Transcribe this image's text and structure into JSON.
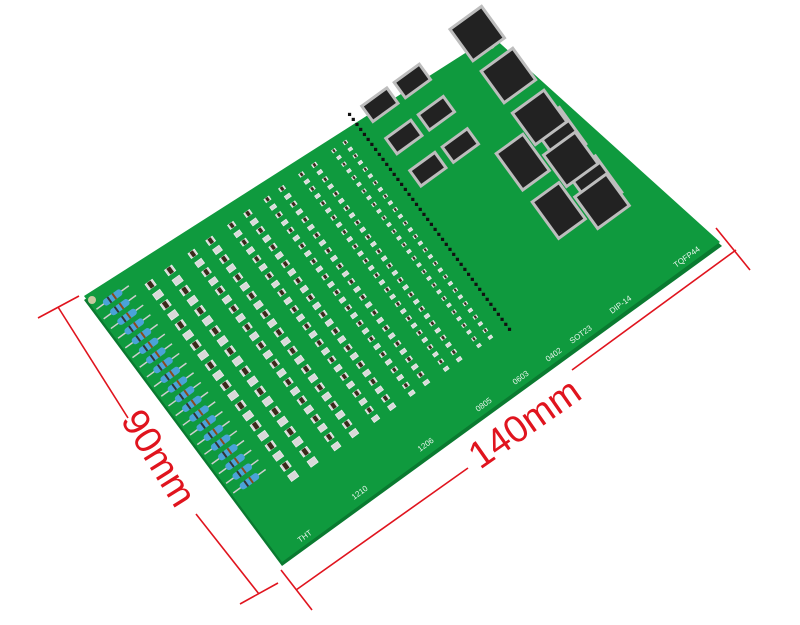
{
  "dimensions": {
    "width_label": "140mm",
    "height_label": "90mm"
  },
  "board": {
    "labels": {
      "tht": "THT",
      "r1210": "1210",
      "r1206": "1206",
      "r0805": "0805",
      "r0603": "0603",
      "r0402": "0402",
      "sot23": "SOT23",
      "dip14": "DIP-14",
      "tqfp44": "TQFP44"
    }
  },
  "colors": {
    "pcb": "#0f9a3e",
    "pcb_dark": "#0a7a30",
    "silk": "#e9f5ec",
    "dimension": "#e0141e",
    "resistor": "#4aa3d8",
    "chip": "#222222",
    "pad": "#d9d9d9"
  }
}
